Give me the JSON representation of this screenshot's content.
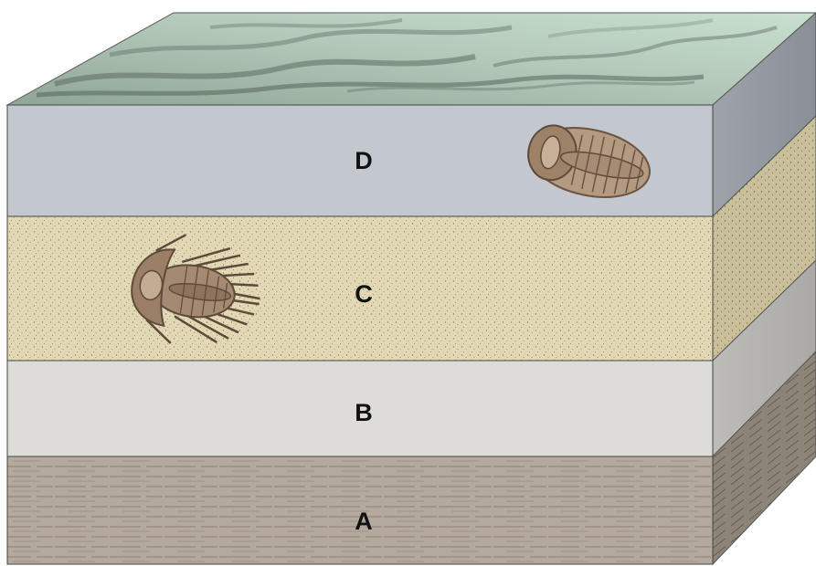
{
  "layers": [
    {
      "id": "D",
      "label": "D",
      "fill": "#c3c8ce",
      "fossil": "trilobite-enrolled"
    },
    {
      "id": "C",
      "label": "C",
      "fill": "#e2d9b4",
      "fossil": "trilobite-spiny"
    },
    {
      "id": "B",
      "label": "B",
      "fill": "#dddcd9",
      "fossil": ""
    },
    {
      "id": "A",
      "label": "A",
      "fill": "#b3a99c",
      "fossil": ""
    }
  ],
  "colors": {
    "surface": "#a9bfae",
    "surface_dark": "#5d6b63",
    "side_shade": "#8f9398",
    "outline": "#444444",
    "fossil_body": "#a48a72",
    "fossil_dark": "#6b5443"
  }
}
